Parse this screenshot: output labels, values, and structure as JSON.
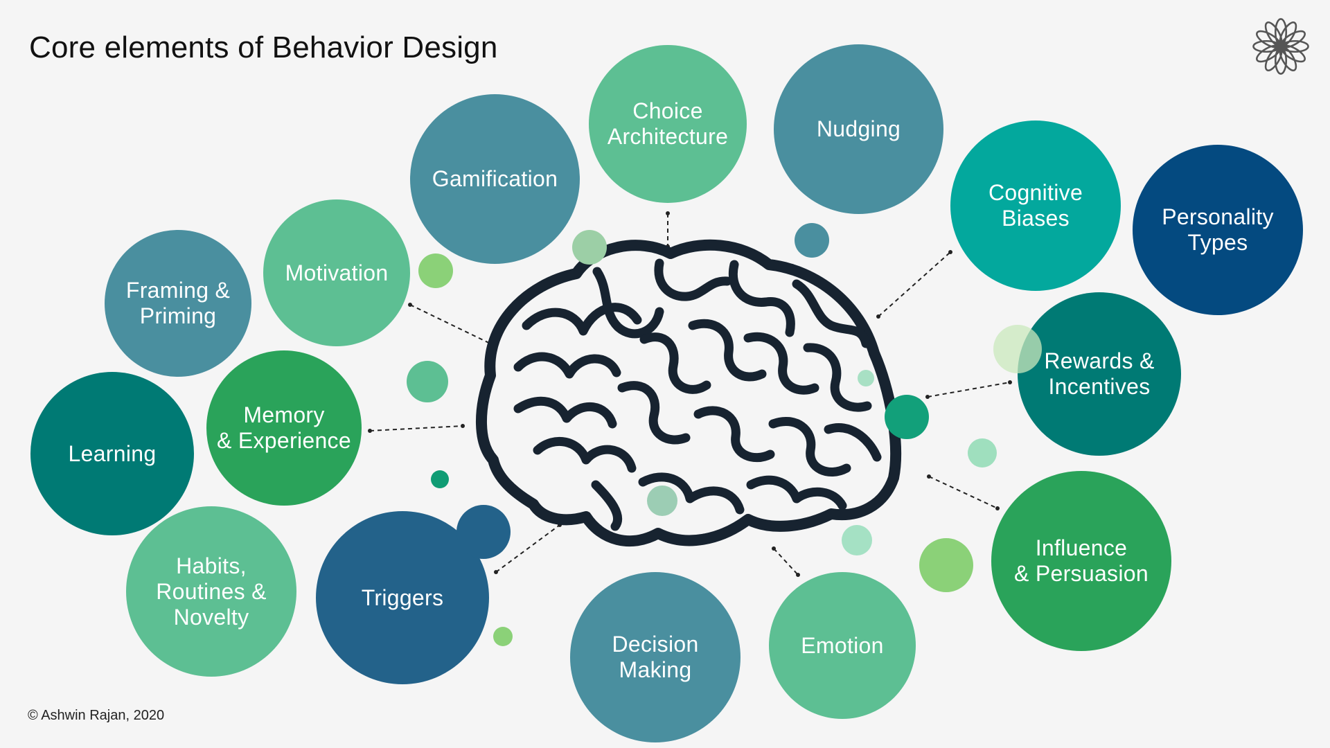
{
  "title": "Core elements of Behavior Design",
  "copyright": "© Ashwin Rajan, 2020",
  "logo_icon": "lotus-logo-icon",
  "center_icon": "brain-icon",
  "colors": {
    "background": "#f5f5f5",
    "teal_blue": "#4a8f9f",
    "mint": "#5dbf93",
    "deep_teal": "#007a74",
    "green": "#2aa35a",
    "aqua": "#03a89d",
    "navy": "#044a80",
    "blue": "#23628a",
    "brain": "#172330"
  },
  "concepts": {
    "choice_architecture": "Choice\nArchitecture",
    "nudging": "Nudging",
    "gamification": "Gamification",
    "cognitive_biases": "Cognitive\nBiases",
    "personality_types": "Personality\nTypes",
    "motivation": "Motivation",
    "framing_priming": "Framing &\nPriming",
    "rewards_incentives": "Rewards &\nIncentives",
    "learning": "Learning",
    "memory_experience": "Memory\n& Experience",
    "influence_persuasion": "Influence\n& Persuasion",
    "habits_routines_novelty": "Habits,\nRoutines &\nNovelty",
    "triggers": "Triggers",
    "decision_making": "Decision\nMaking",
    "emotion": "Emotion"
  }
}
